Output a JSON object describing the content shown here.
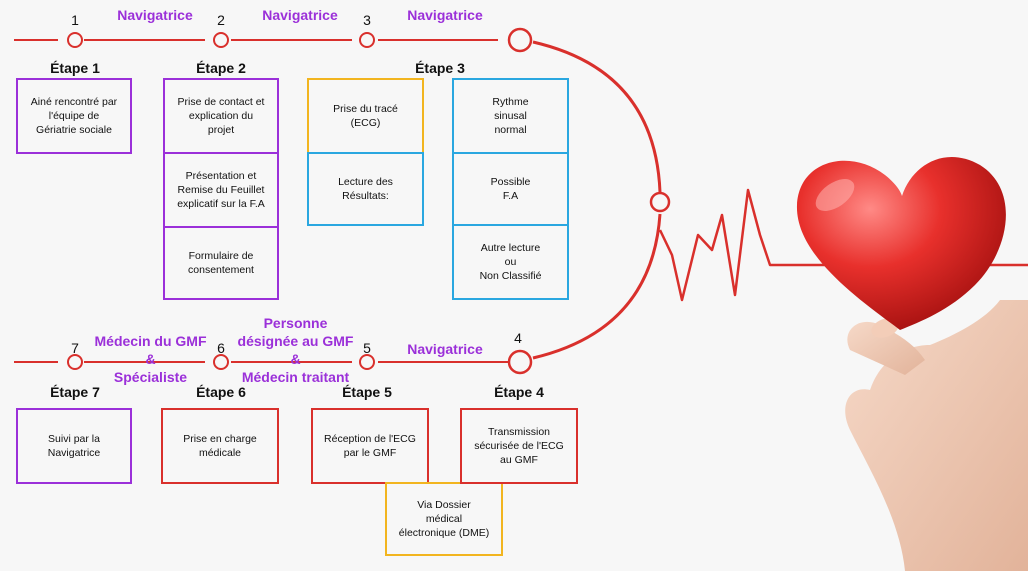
{
  "colors": {
    "accent": "#9b30d9",
    "line": "#d9302c",
    "blue": "#2aa7e0",
    "orange": "#f2b51f"
  },
  "top_row": {
    "numbers": [
      "1",
      "2",
      "3"
    ],
    "roles": [
      "Navigatrice",
      "Navigatrice",
      "Navigatrice"
    ]
  },
  "bottom_row": {
    "numbers": [
      "7",
      "6",
      "5",
      "4"
    ],
    "roles": [
      "Médecin du GMF\n&\nSpécialiste",
      "Personne\ndésignée au GMF\n&\nMédecin traitant",
      "Navigatrice"
    ]
  },
  "stages": {
    "s1": {
      "title": "Étape 1",
      "boxes": [
        "Ainé rencontré par\nl'équipe de\nGériatrie sociale"
      ]
    },
    "s2": {
      "title": "Étape 2",
      "boxes": [
        "Prise de contact et\nexplication du\nprojet",
        "Présentation et\nRemise du Feuillet\nexplicatif sur la F.A",
        "Formulaire de\nconsentement"
      ]
    },
    "s3": {
      "title": "Étape 3",
      "left": [
        "Prise du tracé\n(ECG)",
        "Lecture des\nRésultats:"
      ],
      "right": [
        "Rythme\nsinusal\nnormal",
        "Possible\nF.A",
        "Autre lecture\nou\nNon Classifié"
      ]
    },
    "s4": {
      "title": "Étape 4",
      "boxes": [
        "Transmission\nsécurisée de l'ECG\nau GMF"
      ]
    },
    "s5": {
      "title": "Étape 5",
      "boxes": [
        "Réception de l'ECG\npar le GMF"
      ],
      "sub": "Via Dossier\nmédical\nélectronique (DME)"
    },
    "s6": {
      "title": "Étape 6",
      "boxes": [
        "Prise en charge\nmédicale"
      ]
    },
    "s7": {
      "title": "Étape 7",
      "boxes": [
        "Suivi par la\nNavigatrice"
      ]
    }
  }
}
